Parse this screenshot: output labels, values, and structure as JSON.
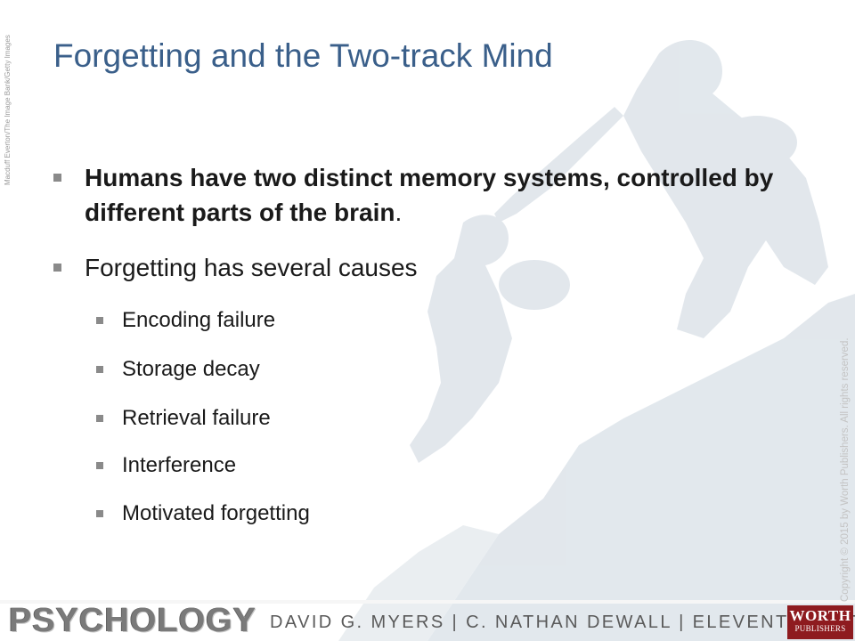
{
  "slide": {
    "title": "Forgetting and the Two-track Mind",
    "bullets": [
      {
        "level": 1,
        "bold": true,
        "text_bold": "Humans have two distinct memory systems, controlled by different parts of the brain",
        "text_tail": "."
      },
      {
        "level": 1,
        "bold": false,
        "text": "Forgetting has several causes",
        "sub_bullets": [
          "Encoding failure",
          "Storage decay",
          "Retrieval failure",
          "Interference",
          "Motivated forgetting"
        ]
      }
    ]
  },
  "photo_credit": "Macduff Everton/The Image Bank/Getty Images",
  "copyright": "Copyright © 2015 by Worth Publishers. All rights reserved.",
  "footer": {
    "book_logo_text": "PSYCHOLOGY",
    "authors": "DAVID G. MYERS | C. NATHAN DEWALL | ELEVENTH EDITION",
    "publisher_line1": "WORTH",
    "publisher_line2": "PUBLISHERS"
  },
  "colors": {
    "title": "#3a5f8a",
    "bullet_marker": "#8a8a8a",
    "background_art": "#dde3e9",
    "publisher_badge": "#8e1b1f"
  },
  "icons": {
    "background": "climbers-silhouette",
    "bullet": "square-bullet"
  }
}
